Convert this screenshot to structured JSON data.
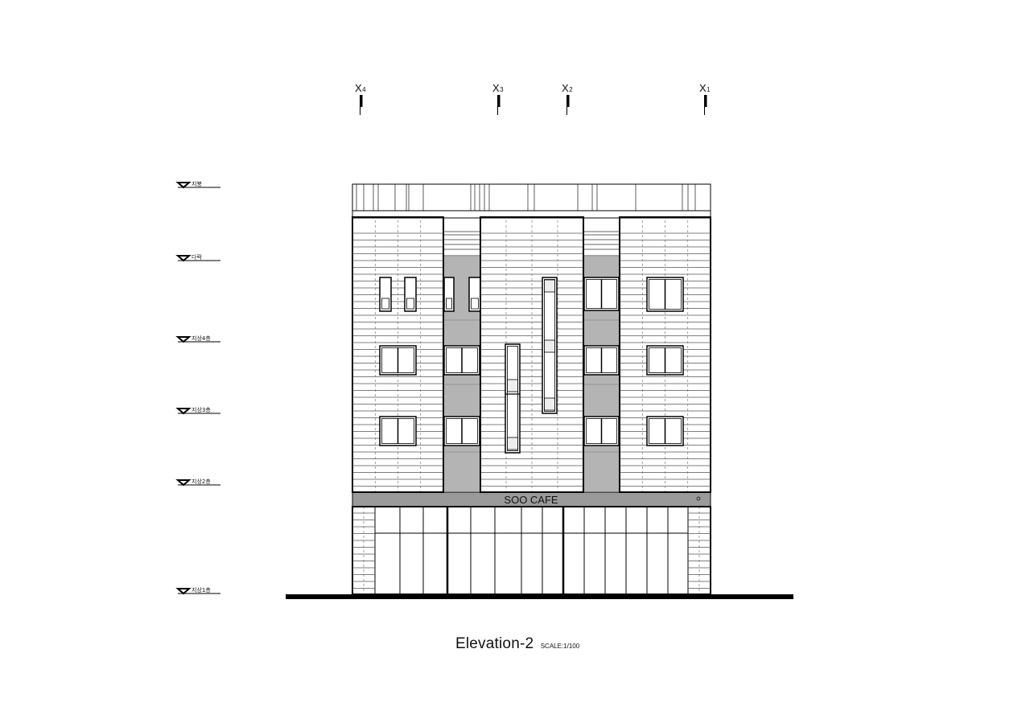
{
  "grid_axes": [
    {
      "id": "x4",
      "letter": "X",
      "num": "4"
    },
    {
      "id": "x3",
      "letter": "X",
      "num": "3"
    },
    {
      "id": "x2",
      "letter": "X",
      "num": "2"
    },
    {
      "id": "x1",
      "letter": "X",
      "num": "1"
    }
  ],
  "levels": [
    {
      "id": "roof",
      "label": "지붕"
    },
    {
      "id": "parapet",
      "label": "다락"
    },
    {
      "id": "floor4",
      "label": "지상4층"
    },
    {
      "id": "floor3",
      "label": "지상3층"
    },
    {
      "id": "floor2",
      "label": "지상2층"
    },
    {
      "id": "floor1",
      "label": "지상1층"
    }
  ],
  "signage": {
    "text": "SOO CAFE"
  },
  "title": {
    "main": "Elevation-2",
    "scale": "SCALE:1/100"
  },
  "colors": {
    "line": "#000000",
    "panel": "#b4b4b4",
    "sign_band": "#9a9a9a",
    "paper": "#ffffff"
  }
}
